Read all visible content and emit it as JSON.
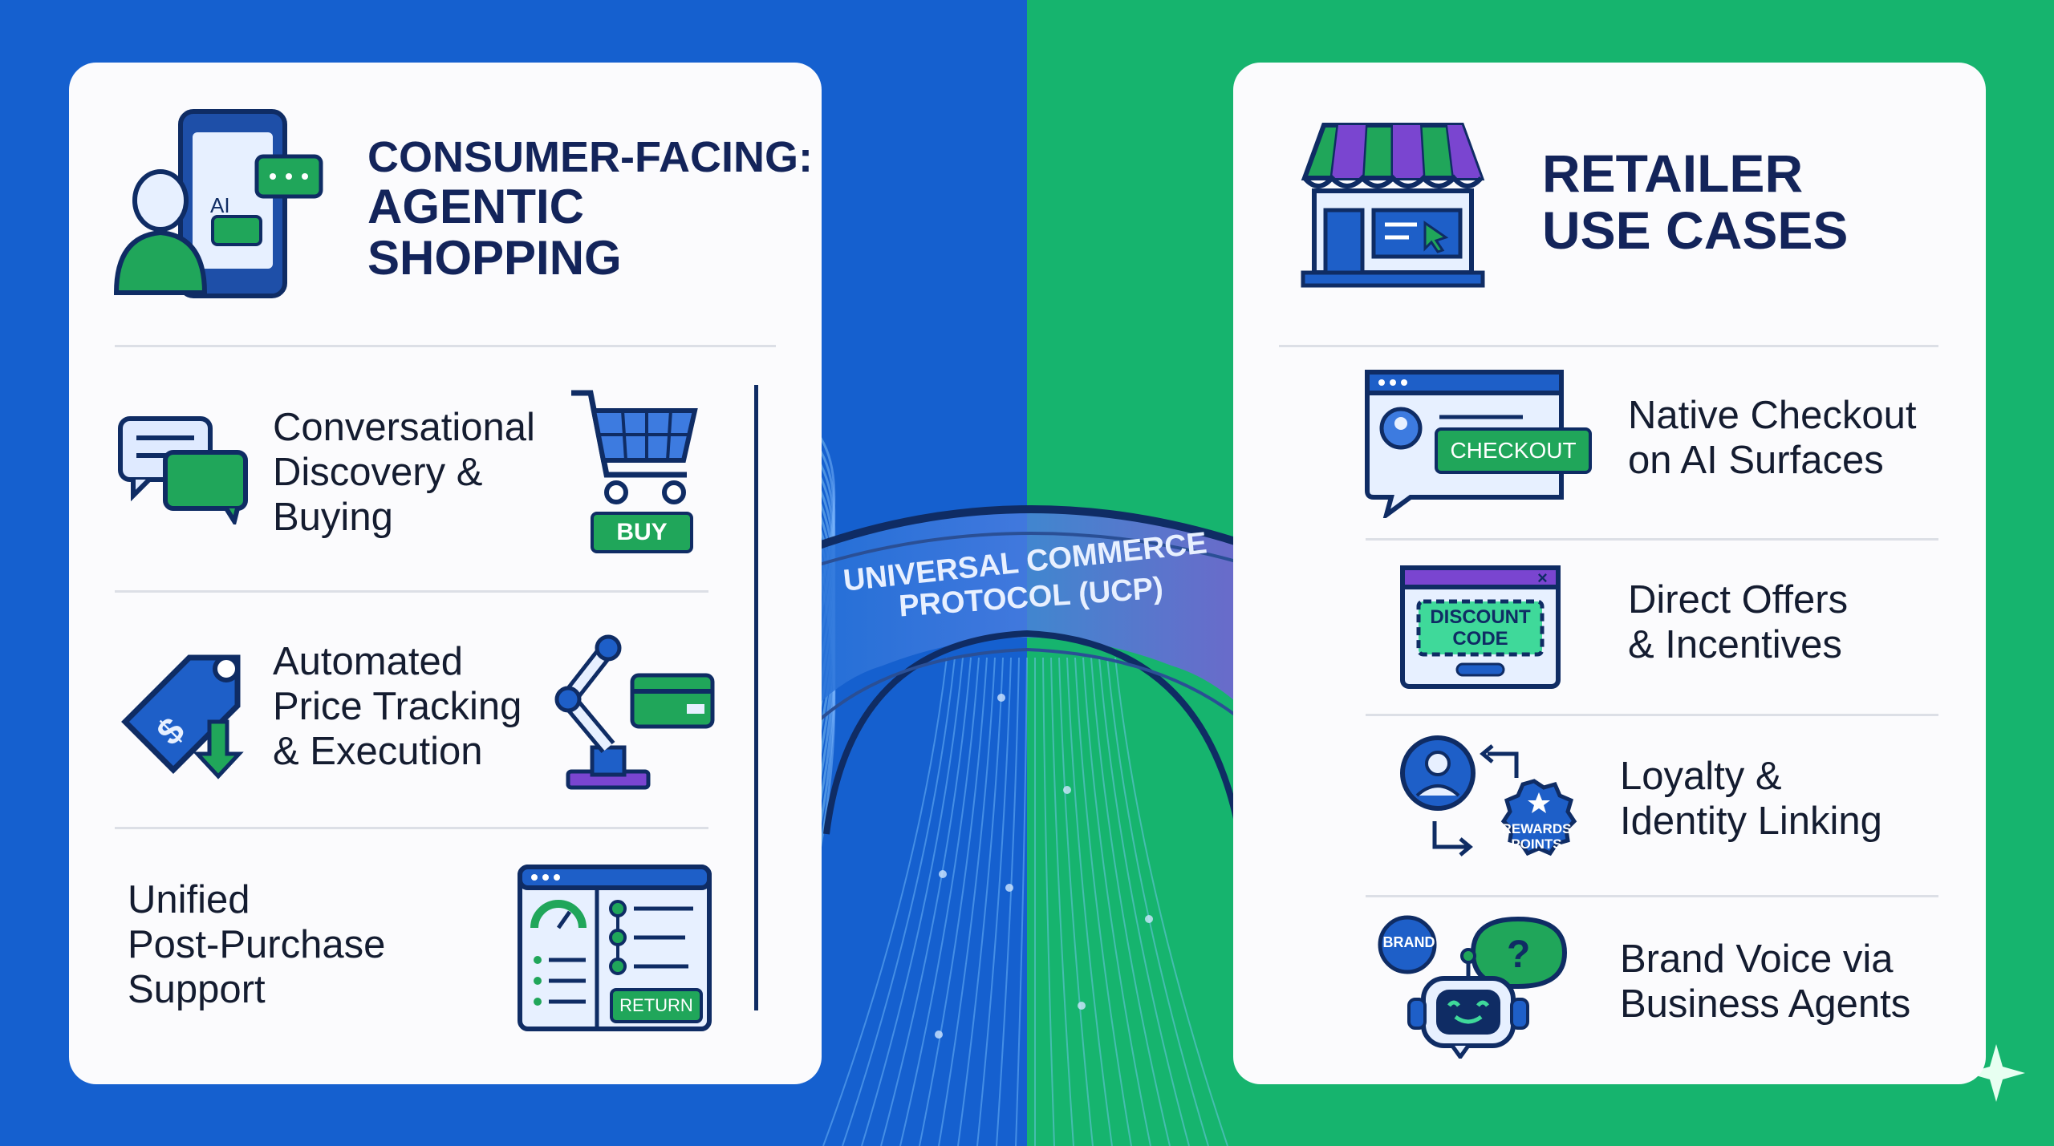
{
  "left": {
    "heading_line1": "CONSUMER-FACING:",
    "heading_line2": "AGENTIC",
    "heading_line3": "SHOPPING",
    "items": [
      {
        "line1": "Conversational",
        "line2": "Discovery &",
        "line3": "Buying",
        "badge": "BUY"
      },
      {
        "line1": "Automated",
        "line2": "Price Tracking",
        "line3": "& Execution"
      },
      {
        "line1": "Unified",
        "line2": "Post-Purchase",
        "line3": "Support",
        "badge": "RETURN"
      }
    ]
  },
  "right": {
    "heading_line1": "RETAILER",
    "heading_line2": "USE CASES",
    "items": [
      {
        "line1": "Native Checkout",
        "line2": "on AI Surfaces",
        "badge": "CHECKOUT"
      },
      {
        "line1": "Direct Offers",
        "line2": "& Incentives",
        "badge_line1": "DISCOUNT",
        "badge_line2": "CODE"
      },
      {
        "line1": "Loyalty &",
        "line2": "Identity Linking",
        "badge_line1": "REWARDS",
        "badge_line2": "POINTS"
      },
      {
        "line1": "Brand Voice via",
        "line2": "Business Agents",
        "badge": "BRAND"
      }
    ]
  },
  "bridge": {
    "line1": "UNIVERSAL COMMERCE",
    "line2": "PROTOCOL (UCP)"
  },
  "icons": {
    "left_header": "phone-ai-chat-icon",
    "right_header": "storefront-icon",
    "chat": "chat-bubbles-icon",
    "cart": "shopping-cart-icon",
    "price_tag": "price-tag-icon",
    "robot_arm": "robot-arm-icon",
    "dashboard": "support-dashboard-icon",
    "checkout": "checkout-window-icon",
    "discount": "discount-window-icon",
    "loyalty": "loyalty-icon",
    "brand_bot": "brand-bot-icon",
    "sparkle": "sparkle-icon"
  },
  "colors": {
    "left_bg": "#1560cf",
    "right_bg": "#16b46e",
    "navy": "#13245a",
    "accent_green": "#20a65a",
    "accent_purple": "#7a45d0"
  }
}
